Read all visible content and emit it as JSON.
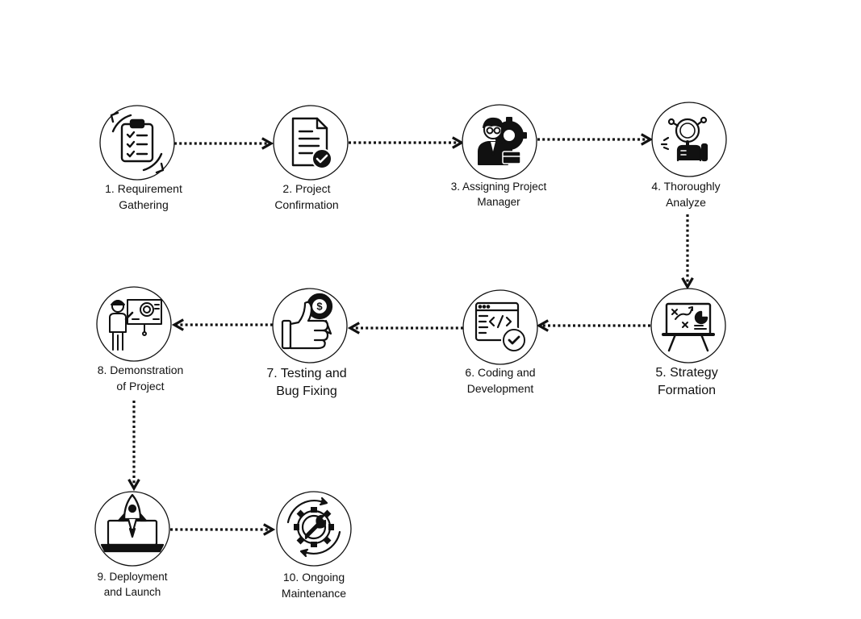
{
  "diagram": {
    "steps": [
      {
        "id": 1,
        "lines": [
          "1. Requirement",
          "Gathering"
        ],
        "icon": "clipboard-checklist-icon"
      },
      {
        "id": 2,
        "lines": [
          "2. Project",
          "Confirmation"
        ],
        "icon": "document-check-icon"
      },
      {
        "id": 3,
        "lines": [
          "3. Assigning Project",
          "Manager"
        ],
        "icon": "manager-gear-icon"
      },
      {
        "id": 4,
        "lines": [
          "4. Thoroughly",
          "Analyze"
        ],
        "icon": "magnifier-analyze-icon"
      },
      {
        "id": 5,
        "lines": [
          "5. Strategy",
          "Formation"
        ],
        "icon": "strategy-board-icon"
      },
      {
        "id": 6,
        "lines": [
          "6. Coding and",
          "Development"
        ],
        "icon": "code-window-check-icon"
      },
      {
        "id": 7,
        "lines": [
          "7. Testing and",
          "Bug Fixing"
        ],
        "icon": "thumbs-up-gear-icon"
      },
      {
        "id": 8,
        "lines": [
          "8. Demonstration",
          "of Project"
        ],
        "icon": "presentation-icon"
      },
      {
        "id": 9,
        "lines": [
          "9. Deployment",
          "and Launch"
        ],
        "icon": "rocket-laptop-icon"
      },
      {
        "id": 10,
        "lines": [
          "10. Ongoing",
          "Maintenance"
        ],
        "icon": "wrench-gear-icon"
      }
    ],
    "arrows": [
      "1-2",
      "2-3",
      "3-4",
      "4-5",
      "5-6",
      "6-7",
      "7-8",
      "8-9",
      "9-10"
    ],
    "colors": {
      "stroke": "#111111",
      "background": "#ffffff"
    }
  }
}
